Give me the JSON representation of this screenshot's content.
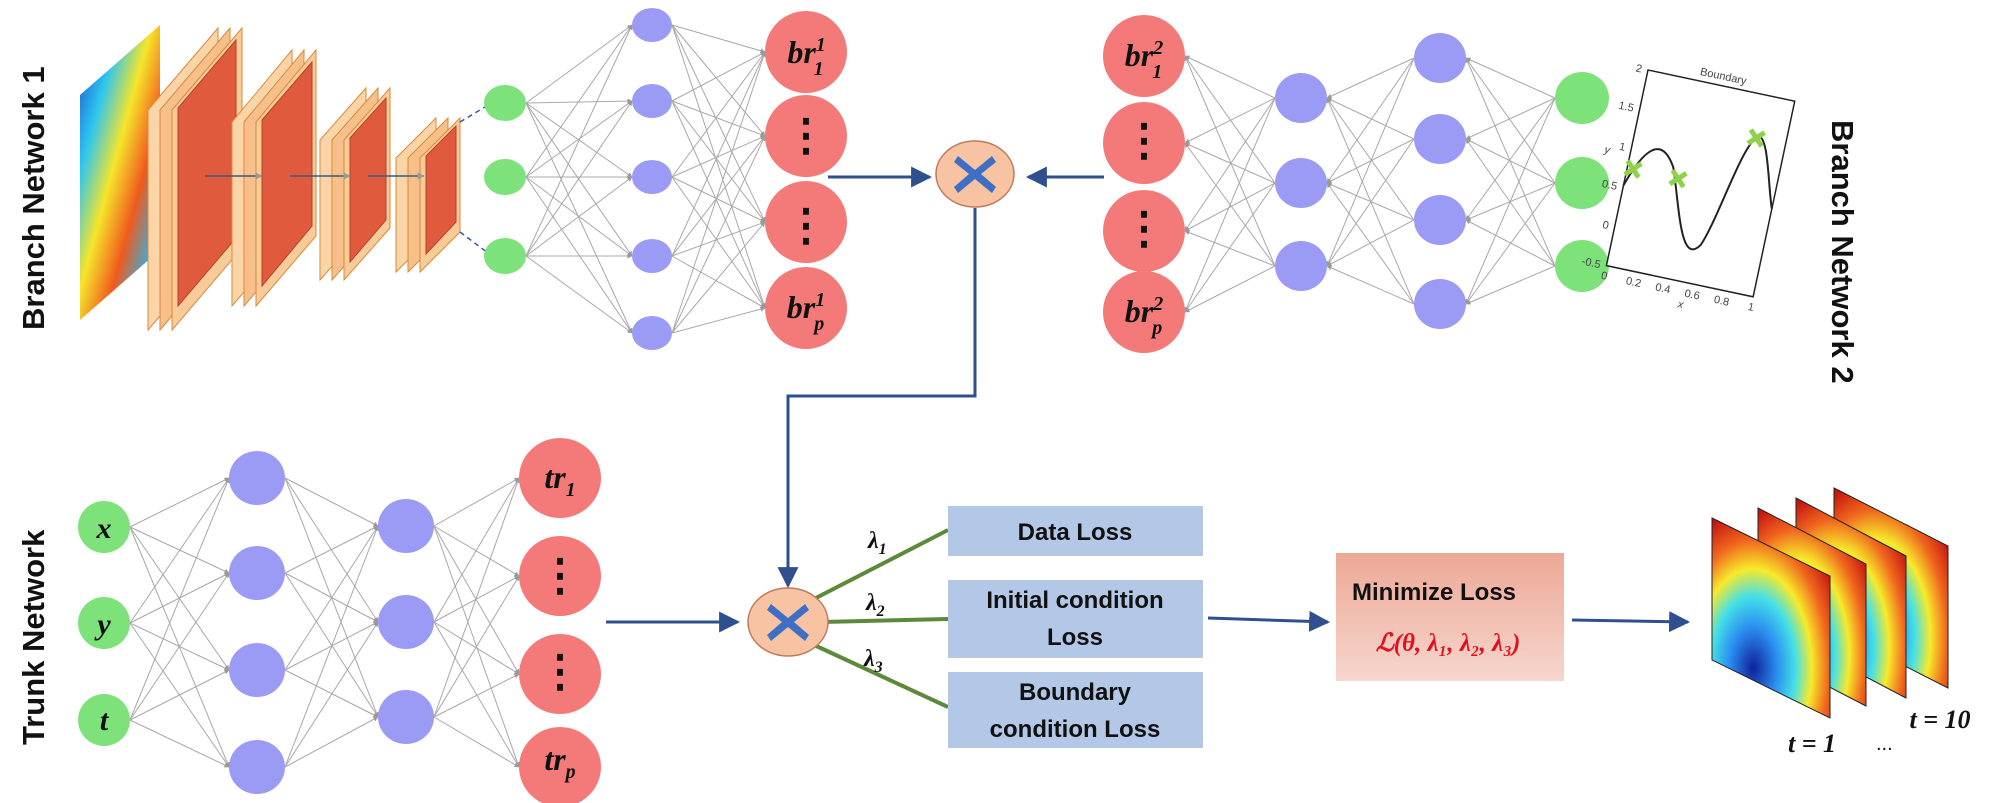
{
  "labels": {
    "branch1": "Branch Network 1",
    "branch2": "Branch Network 2",
    "trunk": "Trunk Network"
  },
  "branch1_outputs": {
    "first_base": "br",
    "first_sup": "1",
    "first_sub": "1",
    "last_base": "br",
    "last_sup": "1",
    "last_sub": "p",
    "ellipsis": "⋮"
  },
  "branch2_outputs": {
    "first_base": "br",
    "first_sup": "2",
    "first_sub": "1",
    "last_base": "br",
    "last_sup": "2",
    "last_sub": "p",
    "ellipsis": "⋮"
  },
  "trunk_inputs": [
    "x",
    "y",
    "t"
  ],
  "trunk_outputs": {
    "first_base": "tr",
    "first_sub": "1",
    "last_base": "tr",
    "last_sub": "p",
    "ellipsis": "⋮"
  },
  "losses": {
    "data": "Data Loss",
    "initial_line1": "Initial condition",
    "initial_line2": "Loss",
    "boundary_line1": "Boundary",
    "boundary_line2": "condition Loss"
  },
  "lambdas": {
    "symbol": "λ",
    "subs": [
      "1",
      "2",
      "3"
    ]
  },
  "minimize": {
    "title": "Minimize Loss",
    "formula": "ℒ(θ, λ₁, λ₂, λ₃)"
  },
  "boundary_plot": {
    "title": "Boundary",
    "xlabel": "x",
    "ylabel": "y",
    "x_ticks": [
      "0",
      "0.2",
      "0.4",
      "0.6",
      "0.8",
      "1"
    ],
    "y_ticks": [
      "2",
      "1.5",
      "1",
      "0.5",
      "0",
      "-0.5"
    ]
  },
  "time_labels": {
    "first": "t = 1",
    "last": "t = 10",
    "ellipsis": "..."
  },
  "colors": {
    "input_node": "#7ee27a",
    "hidden_node": "#9b9bf5",
    "output_node": "#f47a7a",
    "arrow": "#2f4f8f",
    "loss_box": "#b3c7e6",
    "minimize_box": "#f0b9aa",
    "formula": "#e0101e",
    "lambda_line": "#5a8a3a",
    "multiply_fill": "#f7c3a3",
    "multiply_x": "#3e6fc4",
    "cnn_layer": "#f7c08a",
    "cnn_inner": "#e05a3e"
  }
}
